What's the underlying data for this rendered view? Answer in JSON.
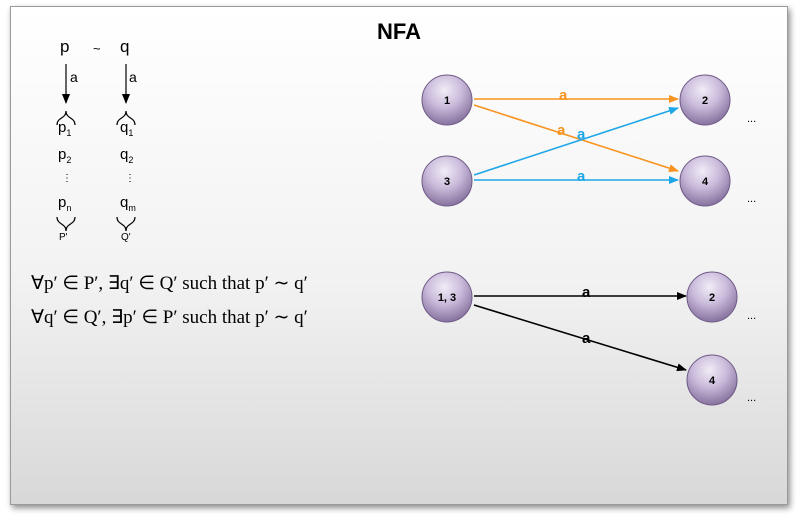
{
  "title": "NFA",
  "bisim": {
    "p": "p",
    "q": "q",
    "sim": "~",
    "label_p": "a",
    "label_q": "a",
    "p1": "p",
    "p1_sub": "1",
    "p2": "p",
    "p2_sub": "2",
    "pn": "p",
    "pn_sub": "n",
    "q1": "q",
    "q1_sub": "1",
    "q2": "q",
    "q2_sub": "2",
    "qm": "q",
    "qm_sub": "m",
    "vdots": "⋮",
    "set_p": "P'",
    "set_q": "Q'"
  },
  "formulas": {
    "line1": "∀p′ ∈ P′, ∃q′ ∈ Q′ such that p′ ∼ q′",
    "line2": "∀q′ ∈ Q′, ∃p′ ∈ P′ such that p′ ∼ q′"
  },
  "nfa_top": {
    "nodes": [
      "1",
      "3",
      "2",
      "4"
    ],
    "edge_labels": [
      "a",
      "a",
      "a",
      "a"
    ],
    "ellipsis": "..."
  },
  "nfa_bottom": {
    "nodes": [
      "1, 3",
      "2",
      "4"
    ],
    "edge_labels": [
      "a",
      "a"
    ],
    "ellipsis": "..."
  },
  "colors": {
    "orange": "#F7931E",
    "blue": "#1EA7E8",
    "black": "#000000",
    "node_light": "#e9e2f0",
    "node_dark": "#8c77a6"
  }
}
